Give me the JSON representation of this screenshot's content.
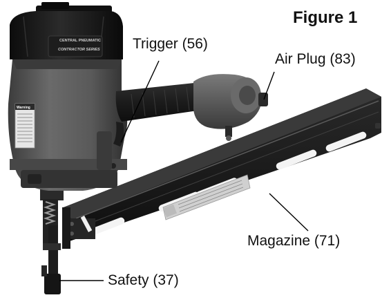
{
  "figure": {
    "title": "Figure 1"
  },
  "callouts": {
    "trigger": "Trigger (56)",
    "air_plug": "Air Plug (83)",
    "magazine": "Magazine (71)",
    "safety": "Safety (37)"
  },
  "product_labels": {
    "brand": "CENTRAL PNEUMATIC",
    "series": "CONTRACTOR SERIES",
    "warning": "Warning"
  },
  "colors": {
    "body": "#555555",
    "cap": "#161616",
    "magazine": "#1b1b1b",
    "background": "#ffffff"
  }
}
